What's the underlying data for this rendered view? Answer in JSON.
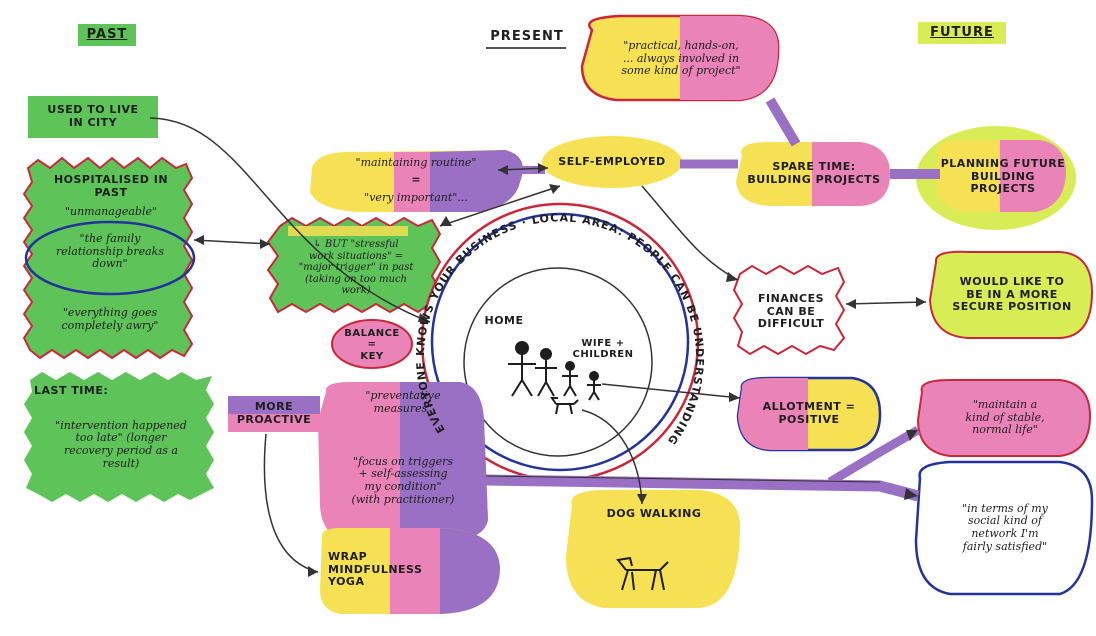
{
  "headers": {
    "past": "PAST",
    "present": "PRESENT",
    "future": "FUTURE"
  },
  "nodes": {
    "city": "USED TO LIVE\nIN CITY",
    "hospital_title": "HOSPITALISED IN\nPAST",
    "hospital_q1": "\"unmanageable\"",
    "hospital_q2": "\"the family\nrelationship breaks\ndown\"",
    "hospital_q3": "\"everything goes\ncompletely awry\"",
    "last_time_title": "LAST TIME:",
    "last_time_text": "\"intervention happened\ntoo late\" (longer\nrecovery period as a\nresult)",
    "routine_a": "\"maintaining routine\"",
    "routine_eq": "=",
    "routine_b": "\"very important\"...",
    "stressful": "↳ BUT \"stressful\nwork situations\" =\n\"major trigger\" in past\n(taking on too much\nwork)",
    "balance": "BALANCE\n=\nKEY",
    "more_proactive": "MORE\nPROACTIVE",
    "proactive": "\"preventative\nmeasures\"",
    "proactive_focus": "\"focus on triggers\n+ self-assessing\nmy condition\"\n(with practitioner)",
    "wrap": "WRAP\nMINDFULNESS\nYOGA",
    "self_employed": "SELF-EMPLOYED",
    "practical": "\"practical, hands-on,\n... always involved in\nsome kind of project\"",
    "spare_time": "SPARE TIME:\nBUILDING PROJECTS",
    "planning": "PLANNING FUTURE\nBUILDING\nPROJECTS",
    "finances": "FINANCES\nCAN BE\nDIFFICULT",
    "secure": "WOULD LIKE TO\nBE IN A MORE\nSECURE POSITION",
    "ring_text": "EVERYONE KNOWS YOUR BUSINESS · LOCAL AREA: PEOPLE CAN BE UNDERSTANDING, BUT",
    "home": "HOME",
    "wife_children": "WIFE +\nCHILDREN",
    "allotment": "ALLOTMENT =\nPOSITIVE",
    "stable": "\"maintain a\nkind of stable,\nnormal life\"",
    "social": "\"in terms of my\nsocial kind of\nnetwork I'm\nfairly satisfied\"",
    "dog": "DOG WALKING"
  },
  "colors": {
    "green": "#5ec45a",
    "yellow": "#f6e054",
    "pink": "#e983b8",
    "purple": "#9a70c4",
    "lime": "#d7ec55",
    "red_outline": "#c8283a",
    "blue_outline": "#22349c"
  }
}
